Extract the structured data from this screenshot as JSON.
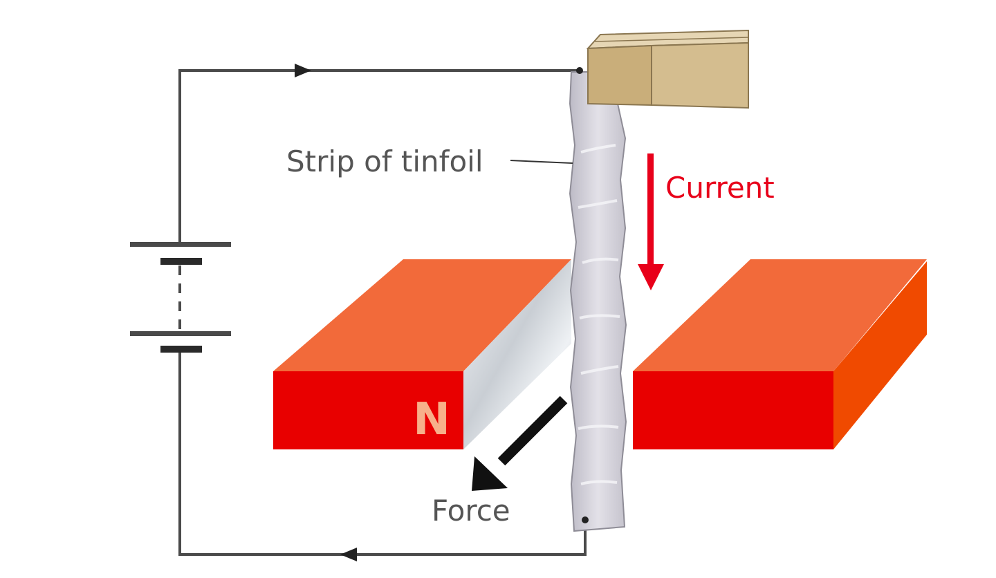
{
  "labels": {
    "tinfoil": "Strip of tinfoil",
    "current": "Current",
    "force": "Force",
    "north_pole": "N"
  },
  "colors": {
    "wire": "#4a4a4a",
    "magnet_front": "#e80000",
    "magnet_top": "#f26a3a",
    "magnet_side_right": "#f04a00",
    "foil": "#d6d4dc",
    "wood": "#d4bd8f",
    "current_arrow": "#e8001a",
    "force_arrow": "#111111",
    "north_label": "#f7b08a"
  }
}
